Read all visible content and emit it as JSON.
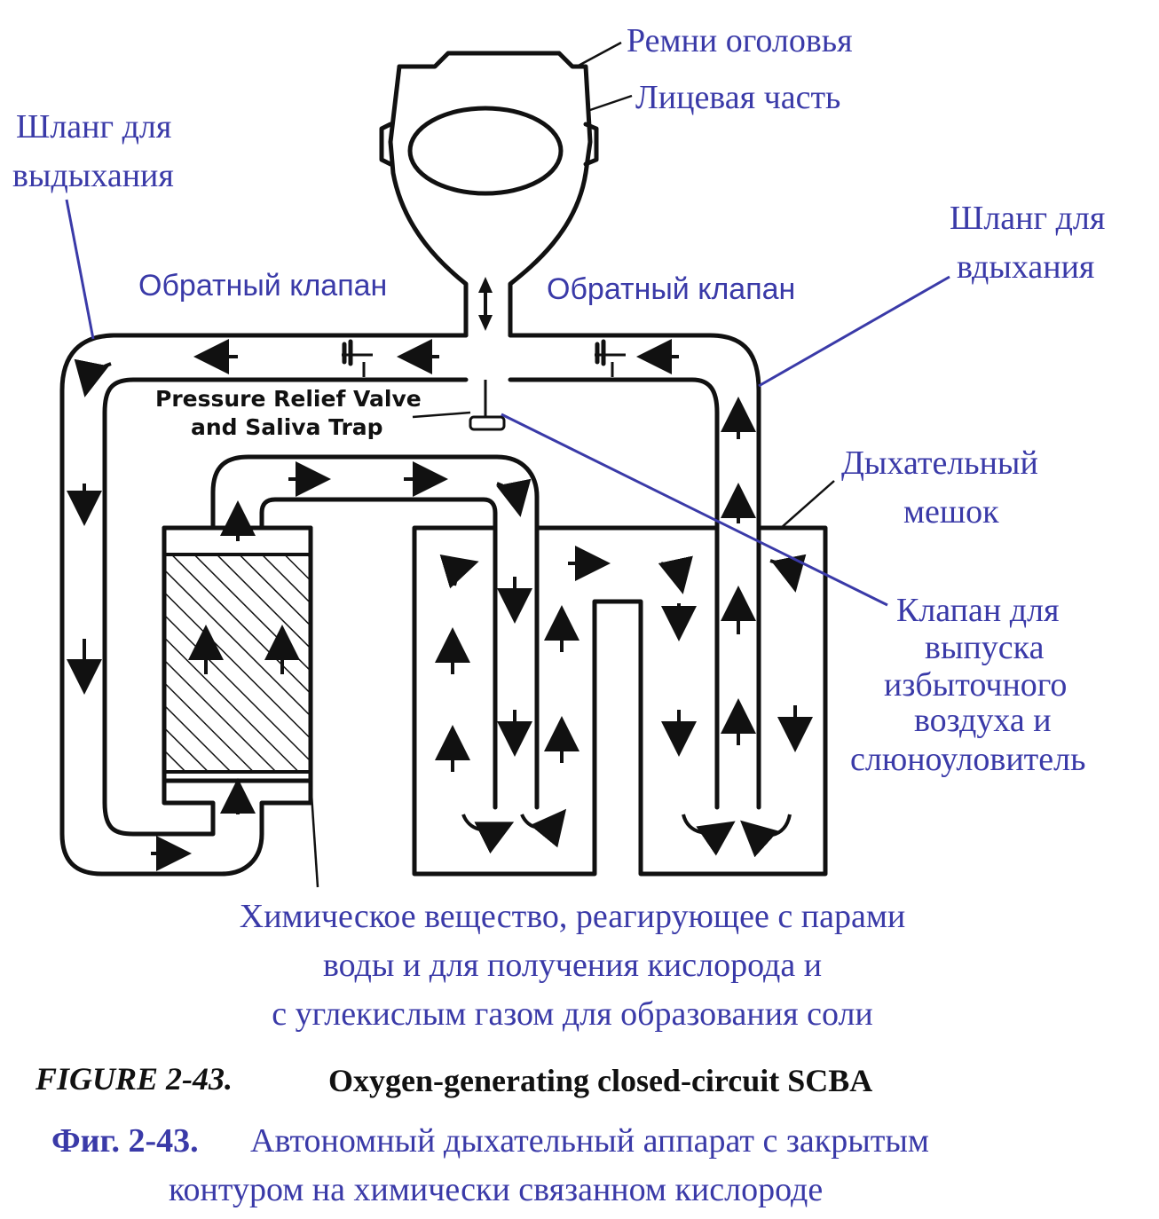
{
  "labels": {
    "head_straps": "Ремни оголовья",
    "facepiece": "Лицевая часть",
    "exhale_hose_line1": "Шланг для",
    "exhale_hose_line2": "выдыхания",
    "inhale_hose_line1": "Шланг для",
    "inhale_hose_line2": "вдыхания",
    "check_valve_left": "Обратный клапан",
    "check_valve_right": "Обратный клапан",
    "breathing_bag_line1": "Дыхательный",
    "breathing_bag_line2": "мешок",
    "relief_valve_lines": [
      "Клапан для",
      "выпуска",
      "избыточного",
      "воздуха и",
      "слюноуловитель"
    ],
    "pressure_relief_en_line1": "Pressure Relief Valve",
    "pressure_relief_en_line2": "and Saliva Trap",
    "chemical_lines": [
      "Химическое вещество, реагирующее с парами",
      "воды и для получения кислорода и",
      "с углекислым газом для образования соли"
    ]
  },
  "caption": {
    "en_figure": "FIGURE 2-43.",
    "en_title": "Oxygen-generating closed-circuit SCBA",
    "ru_figure": "Фиг. 2-43.",
    "ru_title_line1": "Автономный дыхательный аппарат с закрытым",
    "ru_title_line2": "контуром на химически связанном кислороде"
  },
  "colors": {
    "label_blue": "#3a3aa8",
    "ink": "#111111"
  }
}
